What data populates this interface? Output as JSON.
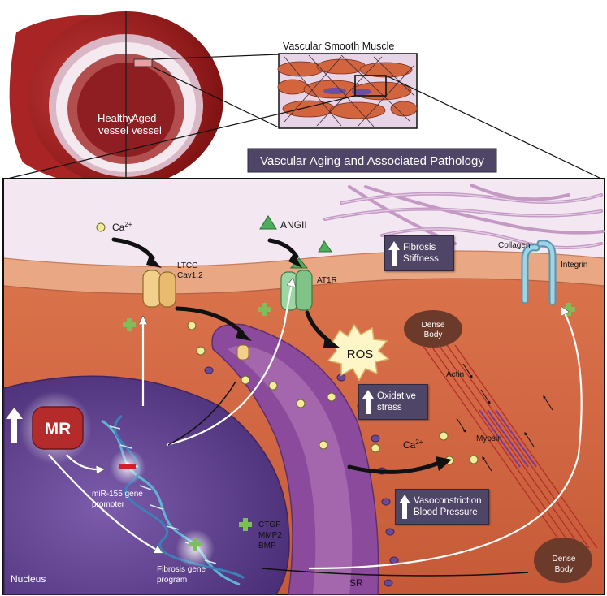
{
  "top": {
    "vessel_healthy": [
      "Healthy",
      "vessel"
    ],
    "vessel_aged": [
      "Aged",
      "vessel"
    ],
    "vsm_title": "Vascular Smooth Muscle",
    "main_title": "Vascular Aging and Associated Pathology"
  },
  "cell": {
    "ca_top": "Ca",
    "ca_sup": "2+",
    "angii": "ANGII",
    "ltcc": [
      "LTCC",
      "Cav1.2"
    ],
    "at1r": "AT1R",
    "collagen": "Collagen",
    "integrin": "Integrin",
    "ros": "ROS",
    "dense_body_top": [
      "Dense",
      "Body"
    ],
    "dense_body_bottom": [
      "Dense",
      "Body"
    ],
    "actin": "Actin",
    "myosin": "Myosin",
    "ca_mid": "Ca",
    "ca_mid_sup": "2+",
    "mr": "MR",
    "mir155": [
      "miR-155 gene",
      "promoter"
    ],
    "fibrosis_program": [
      "Fibrosis gene",
      "program"
    ],
    "ctgf": [
      "CTGF",
      "MMP2",
      "BMP"
    ],
    "nucleus": "Nucleus",
    "sr": "SR"
  },
  "badges": {
    "fibrosis": [
      "Fibrosis",
      "Stiffness"
    ],
    "oxidative": [
      "Oxidative",
      "stress"
    ],
    "vasoconstriction": [
      "Vasoconstriction",
      "Blood Pressure"
    ]
  },
  "colors": {
    "cytoplasm": "#d66a45",
    "membrane": "#e9a883",
    "ecm": "#f3e7f1",
    "nucleus": "#6a4a96",
    "sr": "#8b4a9b",
    "badge": "#4f4566",
    "mr": "#b52a2a",
    "ltcc": "#f2cf8a",
    "at1r": "#9dd6a2",
    "integrin": "#8cc6dc",
    "ros_fill": "#fff6c8",
    "plus": "#7bbf5b"
  }
}
